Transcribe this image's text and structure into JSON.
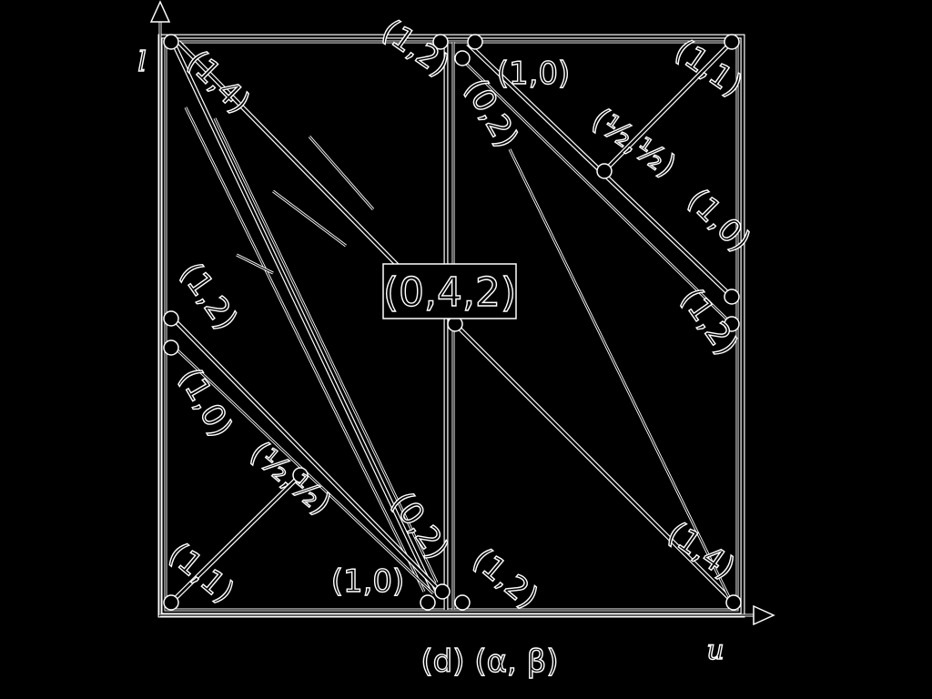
{
  "axes": {
    "x_label": "u",
    "y_label": "l"
  },
  "caption": "(d)  (α, β)",
  "center_label": "(0,4,2)",
  "edge_labels": [
    "(1,2)",
    "(1,4)",
    "(1,0)",
    "(0,2)",
    "(1,1)",
    "(½,½)",
    "(1,0)",
    "(1,2)",
    "(1,2)",
    "(1,0)",
    "(½,½)",
    "(1,1)",
    "(1,0)",
    "(0,2)",
    "(1,2)",
    "(1,4)"
  ],
  "colors": {
    "background": "#000000",
    "stroke": "#ffffff"
  }
}
